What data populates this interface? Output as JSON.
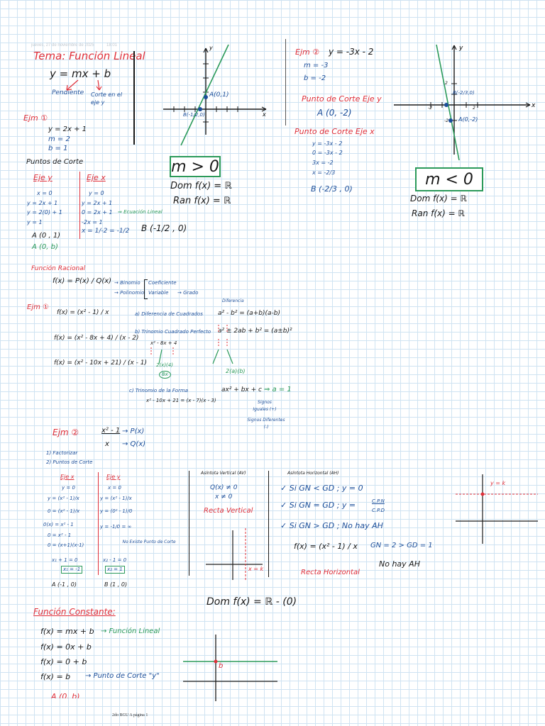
{
  "header": {
    "date": "jueves, 27 de noviembre de 2025",
    "time": "18:01"
  },
  "footer": {
    "page": "2do BGU A página 1"
  },
  "s1": {
    "title": "Tema: Función Lineal",
    "eq": "y = mx + b",
    "pendiente": "Pendiente",
    "corte": "Corte en el eje y",
    "ejm1": "Ejm ①",
    "ex_eq": "y = 2x + 1",
    "ex_m": "m = 2",
    "ex_b": "b = 1",
    "puntos": "Puntos de Corte",
    "eje_y": "Eje y",
    "eje_x": "Eje x",
    "ey": [
      "x = 0",
      "y = 2x + 1",
      "y = 2(0) + 1",
      "y = 1"
    ],
    "ex": [
      "y = 0",
      "y = 2x + 1",
      "0 = 2x + 1",
      "-2x = 1"
    ],
    "ecuacion": "⇒ Ecuación Lineal",
    "x_sol": "x = 1/-2 = -1/2",
    "A": "A (0 , 1)",
    "Ab": "A (0, b)",
    "B": "B (-1/2 , 0)",
    "graph_A": "A(0,1)",
    "graph_B": "B(-1/2,0)",
    "m_box": "m > 0",
    "dom": "Dom f(x) = ℝ",
    "ran": "Ran f(x) = ℝ"
  },
  "s2": {
    "ejm2": "Ejm ②",
    "eq": "y = -3x - 2",
    "m": "m = -3",
    "b": "b = -2",
    "corte_y": "Punto de Corte Eje y",
    "A": "A (0, -2)",
    "corte_x": "Punto de Corte Eje x",
    "steps": [
      "y = -3x - 2",
      "0 = -3x - 2",
      "3x = -2",
      "x = -2/3"
    ],
    "B": "B (-2/3 , 0)",
    "graph_A": "A(0,-2)",
    "graph_B": "B(-2/3,0)",
    "ticks": [
      "2",
      "-2",
      "-2",
      "2"
    ],
    "m_box": "m < 0",
    "dom": "Dom f(x) = ℝ",
    "ran": "Ran f(x) = ℝ"
  },
  "s3": {
    "title": "Función Racional",
    "fx": "f(x) = P(x) / Q(x)",
    "binomio": "→ Binomio",
    "polinomio": "→ Polinomio",
    "coef": "Coeficiente",
    "variable": "Variable",
    "grado": "→ Grado",
    "ejm1": "Ejm ①",
    "f1": "f(x) = (x² - 1) / x",
    "f2": "f(x) = (x² - 8x + 4) / (x - 2)",
    "f3": "f(x) = (x² - 10x + 21) / (x - 1)",
    "a": "a) Diferencia de Cuadrados",
    "diff_label": "Diferencia",
    "diff_eq": "a² - b² = (a+b)(a-b)",
    "b": "b) Trinomio Cuadrado Perfecto",
    "tcp_eq": "a² ± 2ab + b² = (a±b)²",
    "tcp_ex": "x² - 8x + 4",
    "two_x4": "2(x)(4)",
    "eight_x": "8x",
    "ab2": "2(a)(b)",
    "c": "c) Trinomio de la Forma",
    "c_eq": "ax² + bx + c",
    "c_a": "⇒ a = 1",
    "c_ex": "x² - 10x + 21 = (x - 7)(x - 3)",
    "igual": "Signos Iguales (+)",
    "dif": "Signos Diferentes (-)"
  },
  "s4": {
    "ejm2": "Ejm ②",
    "num": "x² - 1",
    "den": "x",
    "P": "→ P(x)",
    "Q": "→ Q(x)",
    "f1": "1) Factorizar",
    "f2": "2) Puntos de Corte",
    "eje_x": "Eje x",
    "eje_y": "Eje y",
    "ex": [
      "y = 0",
      "y = (x² - 1)/x",
      "0 = (x² - 1)/x",
      "0(x) = x² - 1",
      "0 = x² - 1",
      "0 = (x+1)(x-1)"
    ],
    "ey": [
      "x = 0",
      "y = (x² - 1)/x",
      "y = (0² - 1)/0",
      "y = -1/0 = ∞"
    ],
    "no_existe": "No Existe Punto de Corte",
    "x1": "x₁ + 1 = 0",
    "x1s": "x₁ = -1",
    "x2": "x₂ - 1 = 0",
    "x2s": "x₂ = 1",
    "A": "A (-1 , 0)",
    "B": "B (1 , 0)",
    "asv": "Asíntota Vertical (AV)",
    "asv1": "Q(x) ≠ 0",
    "asv2": "x ≠ 0",
    "recta_v": "Recta Vertical",
    "x_k": "x = k",
    "ash": "Asíntota Horizontal (AH)",
    "r1": "✓ Si GN < GD ; y = 0",
    "r2a": "✓ Si GN = GD ; y =",
    "r2n": "C.P.N",
    "r2d": "C.P.D",
    "r3": "✓ Si GN > GD ; No hay AH",
    "fx": "f(x) = (x² - 1) / x",
    "gn": "GN = 2 > GD = 1",
    "noh": "No hay AH",
    "recta_h": "Recta Horizontal",
    "y_k": "y = k",
    "dom": "Dom f(x) = ℝ - (0)"
  },
  "s5": {
    "title": "Función Constante:",
    "l1": "f(x) = mx + b",
    "l1b": "→ Función Lineal",
    "l2": "f(x) = 0x + b",
    "l3": "f(x) = 0 + b",
    "l4": "f(x) = b",
    "l4b": "→ Punto de Corte \"y\"",
    "l5": "A (0, b)",
    "b": "b"
  }
}
